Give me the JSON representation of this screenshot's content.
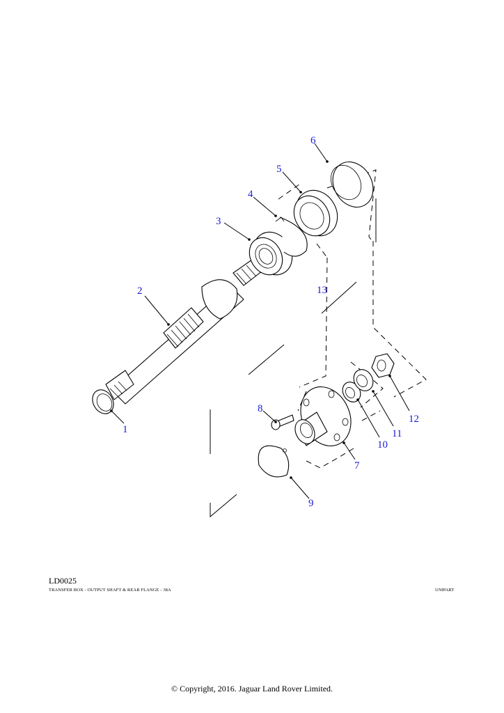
{
  "diagram": {
    "callouts": [
      {
        "id": "c1",
        "label": "1"
      },
      {
        "id": "c2",
        "label": "2"
      },
      {
        "id": "c3",
        "label": "3"
      },
      {
        "id": "c4",
        "label": "4"
      },
      {
        "id": "c5",
        "label": "5"
      },
      {
        "id": "c6",
        "label": "6"
      },
      {
        "id": "c7",
        "label": "7"
      },
      {
        "id": "c8",
        "label": "8"
      },
      {
        "id": "c9",
        "label": "9"
      },
      {
        "id": "c10",
        "label": "10"
      },
      {
        "id": "c11",
        "label": "11"
      },
      {
        "id": "c12",
        "label": "12"
      },
      {
        "id": "c13",
        "label": "13"
      }
    ],
    "callout_color": "#1a1ad6"
  },
  "footer": {
    "ref_code": "LD0025",
    "caption": "TRANSFER BOX - OUTPUT SHAFT & REAR FLANGE - 38A",
    "brand": "UNIPART"
  },
  "copyright": "© Copyright, 2016. Jaguar Land Rover Limited."
}
